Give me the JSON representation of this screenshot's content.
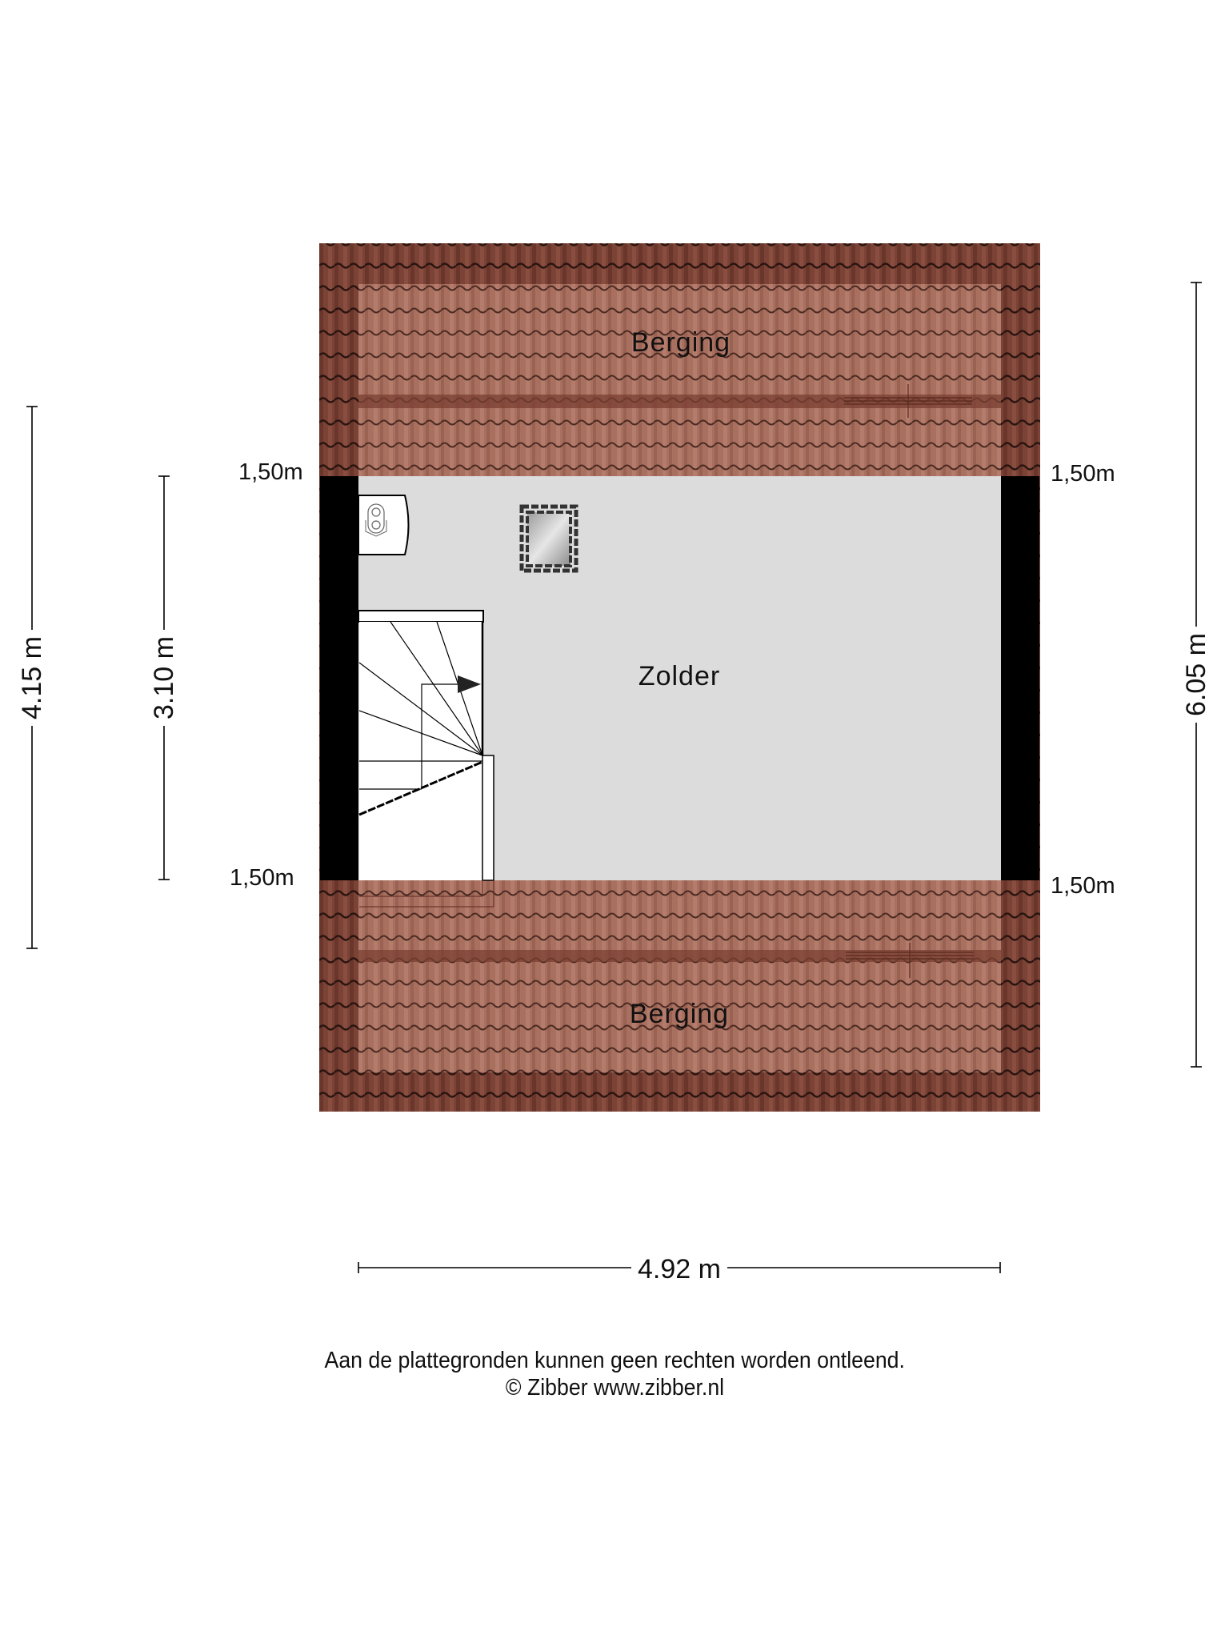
{
  "floorplan": {
    "rooms": {
      "top_storage": {
        "label": "Berging"
      },
      "attic": {
        "label": "Zolder"
      },
      "bottom_storage": {
        "label": "Berging"
      }
    },
    "eave_heights": {
      "top_left": "1,50m",
      "bottom_left": "1,50m",
      "top_right": "1,50m",
      "bottom_right": "1,50m"
    },
    "dimensions": {
      "left_outer": "4.15 m",
      "left_inner": "3.10 m",
      "right": "6.05 m",
      "bottom": "4.92 m"
    },
    "fixtures": [
      "boiler-icon",
      "skylight-icon",
      "staircase-icon",
      "walk-direction-arrow-icon"
    ],
    "colors": {
      "floor": "#dcdcdc",
      "wall": "#000000",
      "roof_outer": "#7b4336",
      "roof_inner": "#a9705f",
      "ridge_band": "#7a3f31"
    }
  },
  "footer": {
    "disclaimer": "Aan de plattegronden kunnen geen rechten worden ontleend.",
    "copyright": "© Zibber www.zibber.nl"
  }
}
